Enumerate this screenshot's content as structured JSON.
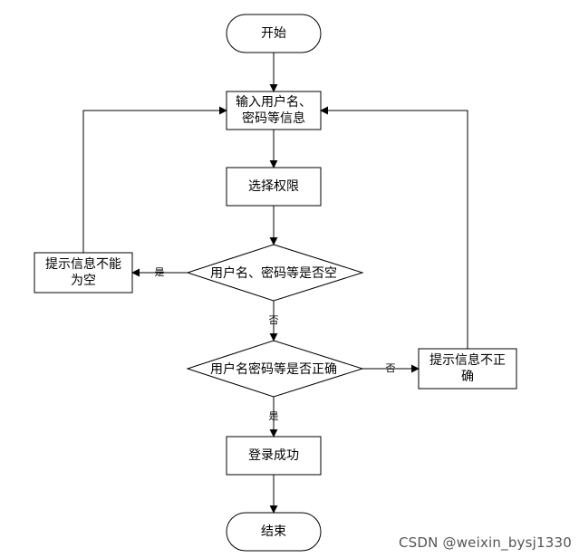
{
  "nodes": {
    "start": "开始",
    "input_line1": "输入用户名、",
    "input_line2": "密码等信息",
    "select": "选择权限",
    "check_empty": "用户名、密码等是否空",
    "empty_msg_line1": "提示信息不能",
    "empty_msg_line2": "为空",
    "check_correct": "用户名密码等是否正确",
    "incorrect_msg_line1": "提示信息不正",
    "incorrect_msg_line2": "确",
    "success": "登录成功",
    "end": "结束"
  },
  "edges": {
    "empty_yes": "是",
    "empty_no": "否",
    "correct_no": "否",
    "correct_yes": "是"
  },
  "watermark": "CSDN @weixin_bysj1330"
}
